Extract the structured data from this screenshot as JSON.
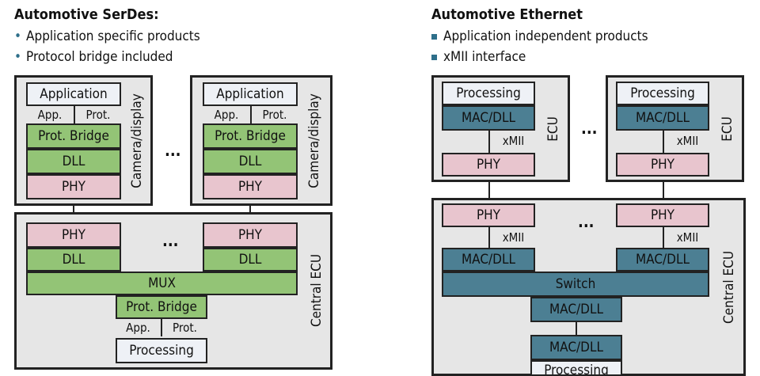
{
  "serdes": {
    "title": "Automotive SerDes:",
    "bullets": [
      "Application specific products",
      "Protocol bridge included"
    ],
    "camera_label": "Camera/display",
    "central_label": "Central ECU",
    "application": "Application",
    "app": "App.",
    "prot": "Prot.",
    "prot_bridge": "Prot. Bridge",
    "dll": "DLL",
    "phy": "PHY",
    "mux": "MUX",
    "processing": "Processing",
    "ellipsis": "..."
  },
  "ethernet": {
    "title": "Automotive Ethernet",
    "bullets": [
      "Application independent products",
      "xMII interface"
    ],
    "ecu_label": "ECU",
    "central_label": "Central ECU",
    "processing": "Processing",
    "mac_dll": "MAC/DLL",
    "xmii": "xMII",
    "phy": "PHY",
    "switch": "Switch",
    "ellipsis": "..."
  },
  "colors": {
    "green": "#93c476",
    "pink": "#e8c5ce",
    "teal": "#4c7f93",
    "panel": "#e6e6e6",
    "bullet": "#2e6f8a"
  }
}
